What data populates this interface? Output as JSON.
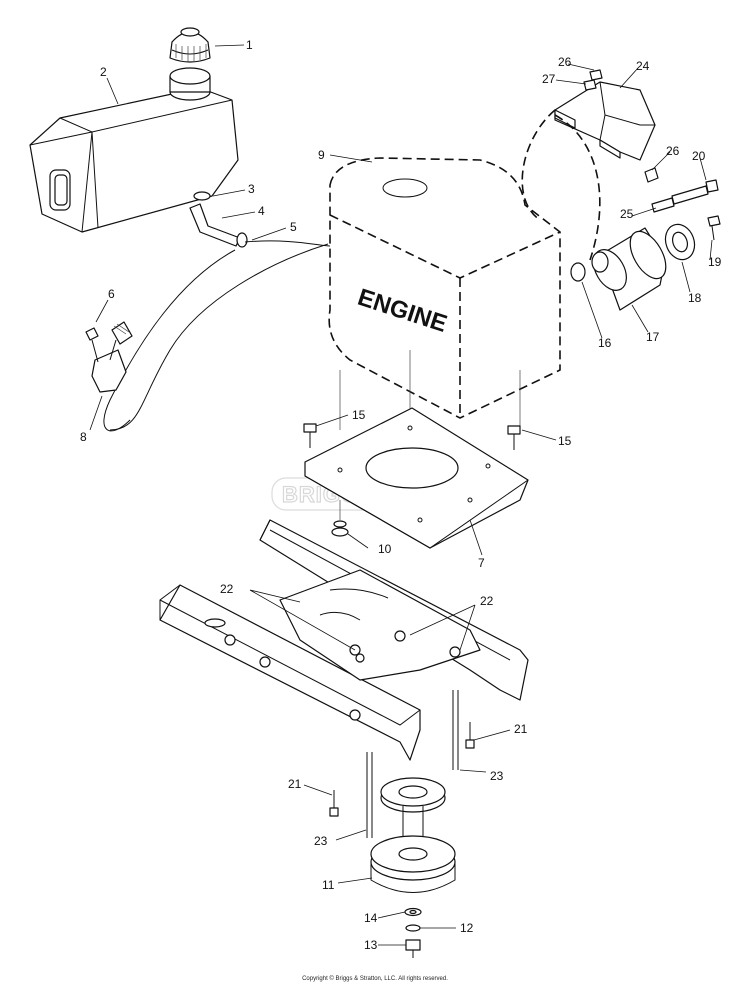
{
  "engine_label": "ENGINE",
  "watermark": "BRIGGS&STRATTON",
  "copyright": "Copyright © Briggs & Stratton, LLC. All rights reserved.",
  "callouts": [
    {
      "num": "1"
    },
    {
      "num": "2"
    },
    {
      "num": "3"
    },
    {
      "num": "4"
    },
    {
      "num": "5"
    },
    {
      "num": "6"
    },
    {
      "num": "8"
    },
    {
      "num": "9"
    },
    {
      "num": "15"
    },
    {
      "num": "15"
    },
    {
      "num": "7"
    },
    {
      "num": "10"
    },
    {
      "num": "22"
    },
    {
      "num": "22"
    },
    {
      "num": "21"
    },
    {
      "num": "21"
    },
    {
      "num": "23"
    },
    {
      "num": "23"
    },
    {
      "num": "11"
    },
    {
      "num": "14"
    },
    {
      "num": "12"
    },
    {
      "num": "13"
    },
    {
      "num": "24"
    },
    {
      "num": "26"
    },
    {
      "num": "27"
    },
    {
      "num": "26"
    },
    {
      "num": "20"
    },
    {
      "num": "25"
    },
    {
      "num": "19"
    },
    {
      "num": "18"
    },
    {
      "num": "17"
    },
    {
      "num": "16"
    }
  ]
}
